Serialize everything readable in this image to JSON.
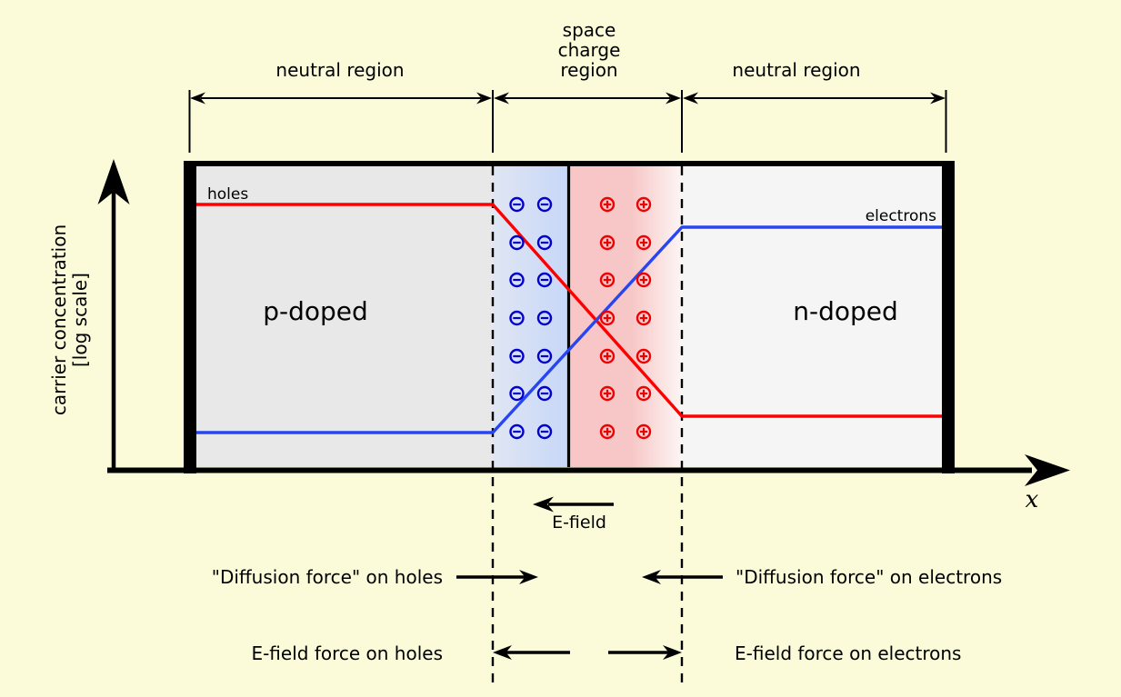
{
  "colors": {
    "background": "#fbfbd9",
    "p_region": "#e8e8e8",
    "n_region": "#f5f5f5",
    "depletion_negative": "#c9d8f7",
    "depletion_positive": "#f8c7c7",
    "holes_line": "#ff0000",
    "holes_label": "#e81414",
    "electrons_line": "#2745f0",
    "electrons_label": "#2222dd",
    "negative_ion": "#0000cc",
    "positive_ion": "#ee0000",
    "ink": "#000000"
  },
  "top_labels": {
    "left": "neutral region",
    "middle_lines": [
      "space",
      "charge",
      "region"
    ],
    "right": "neutral region"
  },
  "axes": {
    "y_label_line1": "carrier concentration",
    "y_label_line2": "[log scale]",
    "x_label": "x"
  },
  "box": {
    "p_region_label": "p-doped",
    "n_region_label": "n-doped",
    "holes_label": "holes",
    "electrons_label": "electrons"
  },
  "charges": {
    "negative_symbol": "minus-in-circle",
    "positive_symbol": "plus-in-circle",
    "radius": 7,
    "rows_y": [
      225,
      267,
      308,
      350,
      392,
      433,
      475
    ],
    "negative_cols_x": [
      568.5,
      599
    ],
    "positive_cols_x": [
      668,
      708
    ]
  },
  "annotations": {
    "efield_label": "E-field",
    "diffusion_force_holes": "\"Diffusion force\" on holes",
    "diffusion_force_electrons": "\"Diffusion force\" on electrons",
    "efield_force_holes": "E-field force on holes",
    "efield_force_electrons": "E-field force on electrons"
  },
  "chart_data": {
    "type": "line",
    "title": "p-n junction in equilibrium: carrier concentration vs position",
    "xlabel": "x",
    "ylabel": "carrier concentration [log scale]",
    "x_regions": [
      {
        "name": "p-doped neutral region",
        "x_norm": [
          0.0,
          0.398
        ]
      },
      {
        "name": "space charge region (negative acceptor ions)",
        "x_norm": [
          0.398,
          0.5
        ]
      },
      {
        "name": "space charge region (positive donor ions)",
        "x_norm": [
          0.5,
          0.651
        ]
      },
      {
        "name": "n-doped neutral region",
        "x_norm": [
          0.651,
          1.0
        ]
      }
    ],
    "series": [
      {
        "name": "holes",
        "color": "#ff0000",
        "points_norm": [
          [
            0.0,
            0.873
          ],
          [
            0.398,
            0.873
          ],
          [
            0.651,
            0.169
          ],
          [
            1.0,
            0.169
          ]
        ]
      },
      {
        "name": "electrons",
        "color": "#2745f0",
        "points_norm": [
          [
            0.0,
            0.115
          ],
          [
            0.398,
            0.115
          ],
          [
            0.651,
            0.797
          ],
          [
            1.0,
            0.797
          ]
        ]
      }
    ],
    "notes": "E-field points in -x inside space charge region; diffusion force pushes holes +x and electrons -x; E-field force pushes holes -x and electrons +x"
  }
}
